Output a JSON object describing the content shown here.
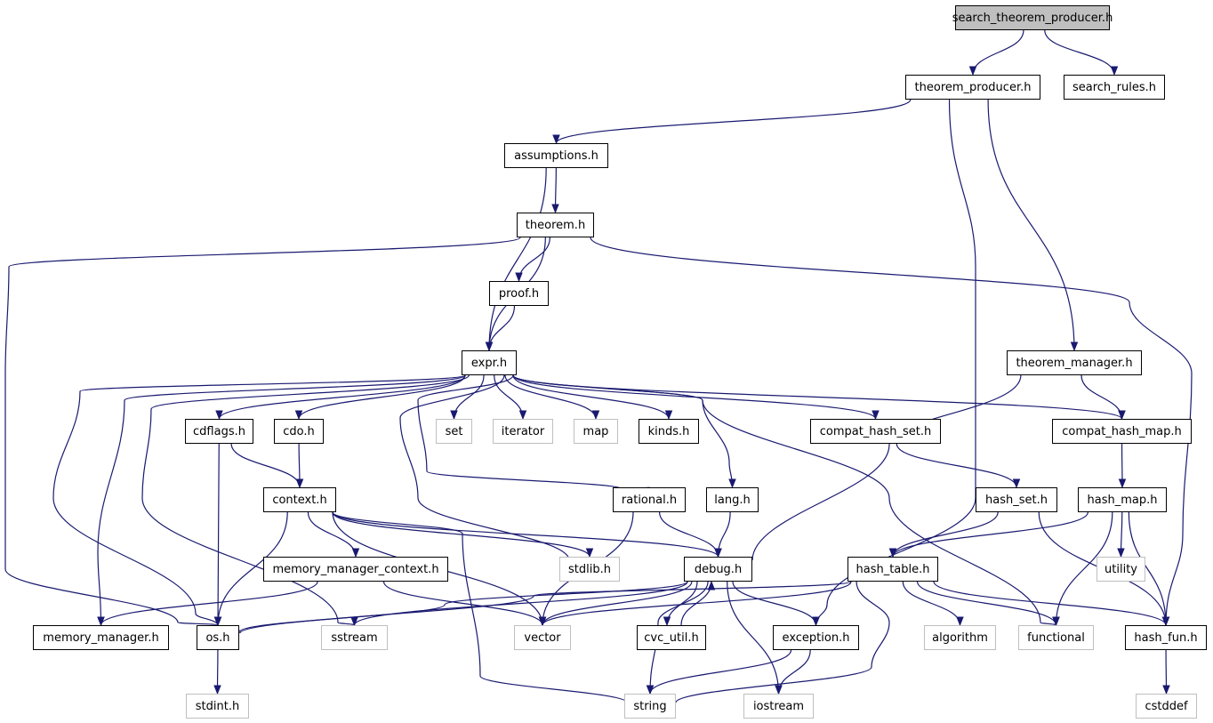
{
  "colors": {
    "edge": "#191970",
    "external_border": "#bfbfbf",
    "root_fill": "#bfbfbf",
    "node_border": "#000000"
  },
  "nodes": [
    {
      "id": "search_theorem_producer",
      "label": "search_theorem_producer.h",
      "kind": "root"
    },
    {
      "id": "theorem_producer",
      "label": "theorem_producer.h",
      "kind": "file"
    },
    {
      "id": "search_rules",
      "label": "search_rules.h",
      "kind": "file"
    },
    {
      "id": "assumptions",
      "label": "assumptions.h",
      "kind": "file"
    },
    {
      "id": "theorem",
      "label": "theorem.h",
      "kind": "file"
    },
    {
      "id": "proof",
      "label": "proof.h",
      "kind": "file"
    },
    {
      "id": "expr",
      "label": "expr.h",
      "kind": "file"
    },
    {
      "id": "theorem_manager",
      "label": "theorem_manager.h",
      "kind": "file"
    },
    {
      "id": "cdflags",
      "label": "cdflags.h",
      "kind": "file"
    },
    {
      "id": "cdo",
      "label": "cdo.h",
      "kind": "file"
    },
    {
      "id": "set",
      "label": "set",
      "kind": "external"
    },
    {
      "id": "iterator",
      "label": "iterator",
      "kind": "external"
    },
    {
      "id": "map",
      "label": "map",
      "kind": "external"
    },
    {
      "id": "kinds",
      "label": "kinds.h",
      "kind": "file"
    },
    {
      "id": "compat_hash_set",
      "label": "compat_hash_set.h",
      "kind": "file"
    },
    {
      "id": "compat_hash_map",
      "label": "compat_hash_map.h",
      "kind": "file"
    },
    {
      "id": "context",
      "label": "context.h",
      "kind": "file"
    },
    {
      "id": "rational",
      "label": "rational.h",
      "kind": "file"
    },
    {
      "id": "lang",
      "label": "lang.h",
      "kind": "file"
    },
    {
      "id": "hash_set",
      "label": "hash_set.h",
      "kind": "file"
    },
    {
      "id": "hash_map",
      "label": "hash_map.h",
      "kind": "file"
    },
    {
      "id": "memory_manager_context",
      "label": "memory_manager_context.h",
      "kind": "file"
    },
    {
      "id": "stdlib",
      "label": "stdlib.h",
      "kind": "external"
    },
    {
      "id": "debug",
      "label": "debug.h",
      "kind": "file"
    },
    {
      "id": "hash_table",
      "label": "hash_table.h",
      "kind": "file"
    },
    {
      "id": "utility",
      "label": "utility",
      "kind": "external"
    },
    {
      "id": "memory_manager",
      "label": "memory_manager.h",
      "kind": "file"
    },
    {
      "id": "os",
      "label": "os.h",
      "kind": "file"
    },
    {
      "id": "sstream",
      "label": "sstream",
      "kind": "external"
    },
    {
      "id": "vector",
      "label": "vector",
      "kind": "external"
    },
    {
      "id": "cvc_util",
      "label": "cvc_util.h",
      "kind": "file"
    },
    {
      "id": "exception",
      "label": "exception.h",
      "kind": "file"
    },
    {
      "id": "algorithm",
      "label": "algorithm",
      "kind": "external"
    },
    {
      "id": "functional",
      "label": "functional",
      "kind": "external"
    },
    {
      "id": "hash_fun",
      "label": "hash_fun.h",
      "kind": "file"
    },
    {
      "id": "stdint",
      "label": "stdint.h",
      "kind": "external"
    },
    {
      "id": "string",
      "label": "string",
      "kind": "external"
    },
    {
      "id": "iostream",
      "label": "iostream",
      "kind": "external"
    },
    {
      "id": "cstddef",
      "label": "cstddef",
      "kind": "external"
    }
  ],
  "edges": [
    [
      "search_theorem_producer",
      "theorem_producer"
    ],
    [
      "search_theorem_producer",
      "search_rules"
    ],
    [
      "theorem_producer",
      "assumptions"
    ],
    [
      "theorem_producer",
      "theorem_manager"
    ],
    [
      "theorem_producer",
      "exception"
    ],
    [
      "assumptions",
      "theorem"
    ],
    [
      "assumptions",
      "expr"
    ],
    [
      "theorem",
      "proof"
    ],
    [
      "theorem",
      "expr"
    ],
    [
      "theorem",
      "os"
    ],
    [
      "theorem",
      "hash_fun"
    ],
    [
      "proof",
      "expr"
    ],
    [
      "expr",
      "cdflags"
    ],
    [
      "expr",
      "cdo"
    ],
    [
      "expr",
      "set"
    ],
    [
      "expr",
      "iterator"
    ],
    [
      "expr",
      "map"
    ],
    [
      "expr",
      "kinds"
    ],
    [
      "expr",
      "compat_hash_set"
    ],
    [
      "expr",
      "compat_hash_map"
    ],
    [
      "expr",
      "rational"
    ],
    [
      "expr",
      "lang"
    ],
    [
      "expr",
      "stdlib"
    ],
    [
      "expr",
      "sstream"
    ],
    [
      "expr",
      "memory_manager"
    ],
    [
      "expr",
      "os"
    ],
    [
      "expr",
      "functional"
    ],
    [
      "theorem_manager",
      "debug"
    ],
    [
      "theorem_manager",
      "compat_hash_map"
    ],
    [
      "cdflags",
      "context"
    ],
    [
      "cdflags",
      "os"
    ],
    [
      "cdo",
      "context"
    ],
    [
      "context",
      "memory_manager_context"
    ],
    [
      "context",
      "os"
    ],
    [
      "context",
      "stdlib"
    ],
    [
      "context",
      "debug"
    ],
    [
      "context",
      "vector"
    ],
    [
      "context",
      "string"
    ],
    [
      "rational",
      "debug"
    ],
    [
      "rational",
      "vector"
    ],
    [
      "lang",
      "debug"
    ],
    [
      "compat_hash_set",
      "hash_set"
    ],
    [
      "compat_hash_map",
      "hash_map"
    ],
    [
      "hash_set",
      "hash_table"
    ],
    [
      "hash_set",
      "hash_fun"
    ],
    [
      "hash_map",
      "hash_table"
    ],
    [
      "hash_map",
      "utility"
    ],
    [
      "hash_map",
      "functional"
    ],
    [
      "hash_map",
      "hash_fun"
    ],
    [
      "memory_manager_context",
      "memory_manager"
    ],
    [
      "memory_manager_context",
      "vector"
    ],
    [
      "debug",
      "os"
    ],
    [
      "debug",
      "sstream"
    ],
    [
      "debug",
      "vector"
    ],
    [
      "debug",
      "cvc_util"
    ],
    [
      "debug",
      "exception"
    ],
    [
      "debug",
      "string"
    ],
    [
      "debug",
      "iostream"
    ],
    [
      "cvc_util",
      "debug"
    ],
    [
      "hash_table",
      "os"
    ],
    [
      "hash_table",
      "vector"
    ],
    [
      "hash_table",
      "algorithm"
    ],
    [
      "hash_table",
      "functional"
    ],
    [
      "hash_table",
      "hash_fun"
    ],
    [
      "hash_table",
      "string"
    ],
    [
      "exception",
      "string"
    ],
    [
      "exception",
      "iostream"
    ],
    [
      "os",
      "stdint"
    ],
    [
      "hash_fun",
      "cstddef"
    ]
  ]
}
